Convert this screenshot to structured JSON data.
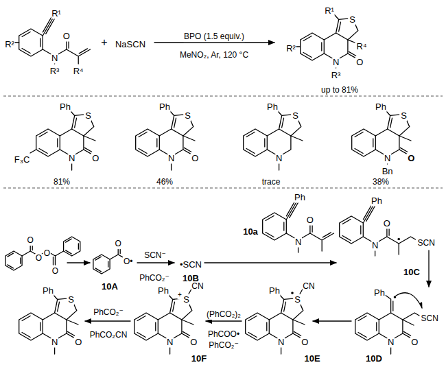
{
  "diagram": {
    "labels": [
      "R¹",
      "R²",
      "N",
      "R³",
      "O",
      "R⁴",
      "+",
      "NaSCN",
      "BPO (1.5 equiv.)",
      "MeNO₂, Ar, 120 °C",
      "R¹",
      "S",
      "R⁴",
      "R²",
      "N",
      "O",
      "R³",
      "up to 81%",
      "Ph",
      "S",
      "F₃C",
      "N",
      "O",
      "81%",
      "Ph",
      "S",
      "N",
      "O",
      "46%",
      "Ph",
      "S",
      "N",
      "trace",
      "Ph",
      "S",
      "N",
      "O",
      "Bn",
      "38%",
      "O",
      "O",
      "O",
      "O",
      "O",
      "O•",
      "10A",
      "SCN⁻",
      "PhCO₂⁻",
      "•SCN",
      "10B",
      "Ph",
      "N",
      "O",
      "10a",
      "Ph",
      "N",
      "O",
      "SCN",
      "10C",
      "Ph",
      "N",
      "O",
      "SCN",
      "10D",
      "Ph",
      "S",
      "CN",
      "N",
      "O",
      "10E",
      "(PhCO₂)₂",
      "PhCOO•",
      "PhCO₂⁻",
      "Ph",
      "S",
      "+",
      "CN",
      "N",
      "O",
      "10F",
      "PhCO₂⁻",
      "PhCO₂CN",
      "Ph",
      "S",
      "N",
      "O"
    ]
  }
}
